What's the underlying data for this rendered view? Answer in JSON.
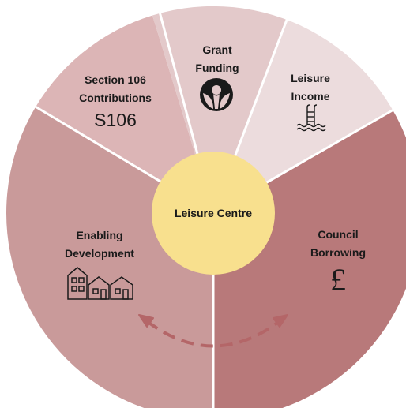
{
  "diagram": {
    "center": {
      "label": "Leisure Centre",
      "color": "#f8e08e"
    },
    "segments": [
      {
        "id": "s106",
        "lines": [
          "Section 106",
          "Contributions"
        ],
        "code": "S106",
        "icon": "s106-text-icon",
        "color": "#dcb5b6"
      },
      {
        "id": "grant",
        "lines": [
          "Grant",
          "Funding"
        ],
        "icon": "lottery-logo-icon",
        "color": "#e3c9ca"
      },
      {
        "id": "leisure",
        "lines": [
          "Leisure",
          "Income"
        ],
        "icon": "swimming-pool-icon",
        "color": "#ecdcdd"
      },
      {
        "id": "council",
        "lines": [
          "Council",
          "Borrowing"
        ],
        "symbol": "£",
        "icon": "pound-sign-icon",
        "color": "#b8797a"
      },
      {
        "id": "enabling",
        "lines": [
          "Enabling",
          "Development"
        ],
        "icon": "houses-icon",
        "color": "#c99a9a"
      }
    ],
    "arrow": {
      "icon": "double-headed-dashed-arrow-icon",
      "color": "#b46668"
    }
  }
}
